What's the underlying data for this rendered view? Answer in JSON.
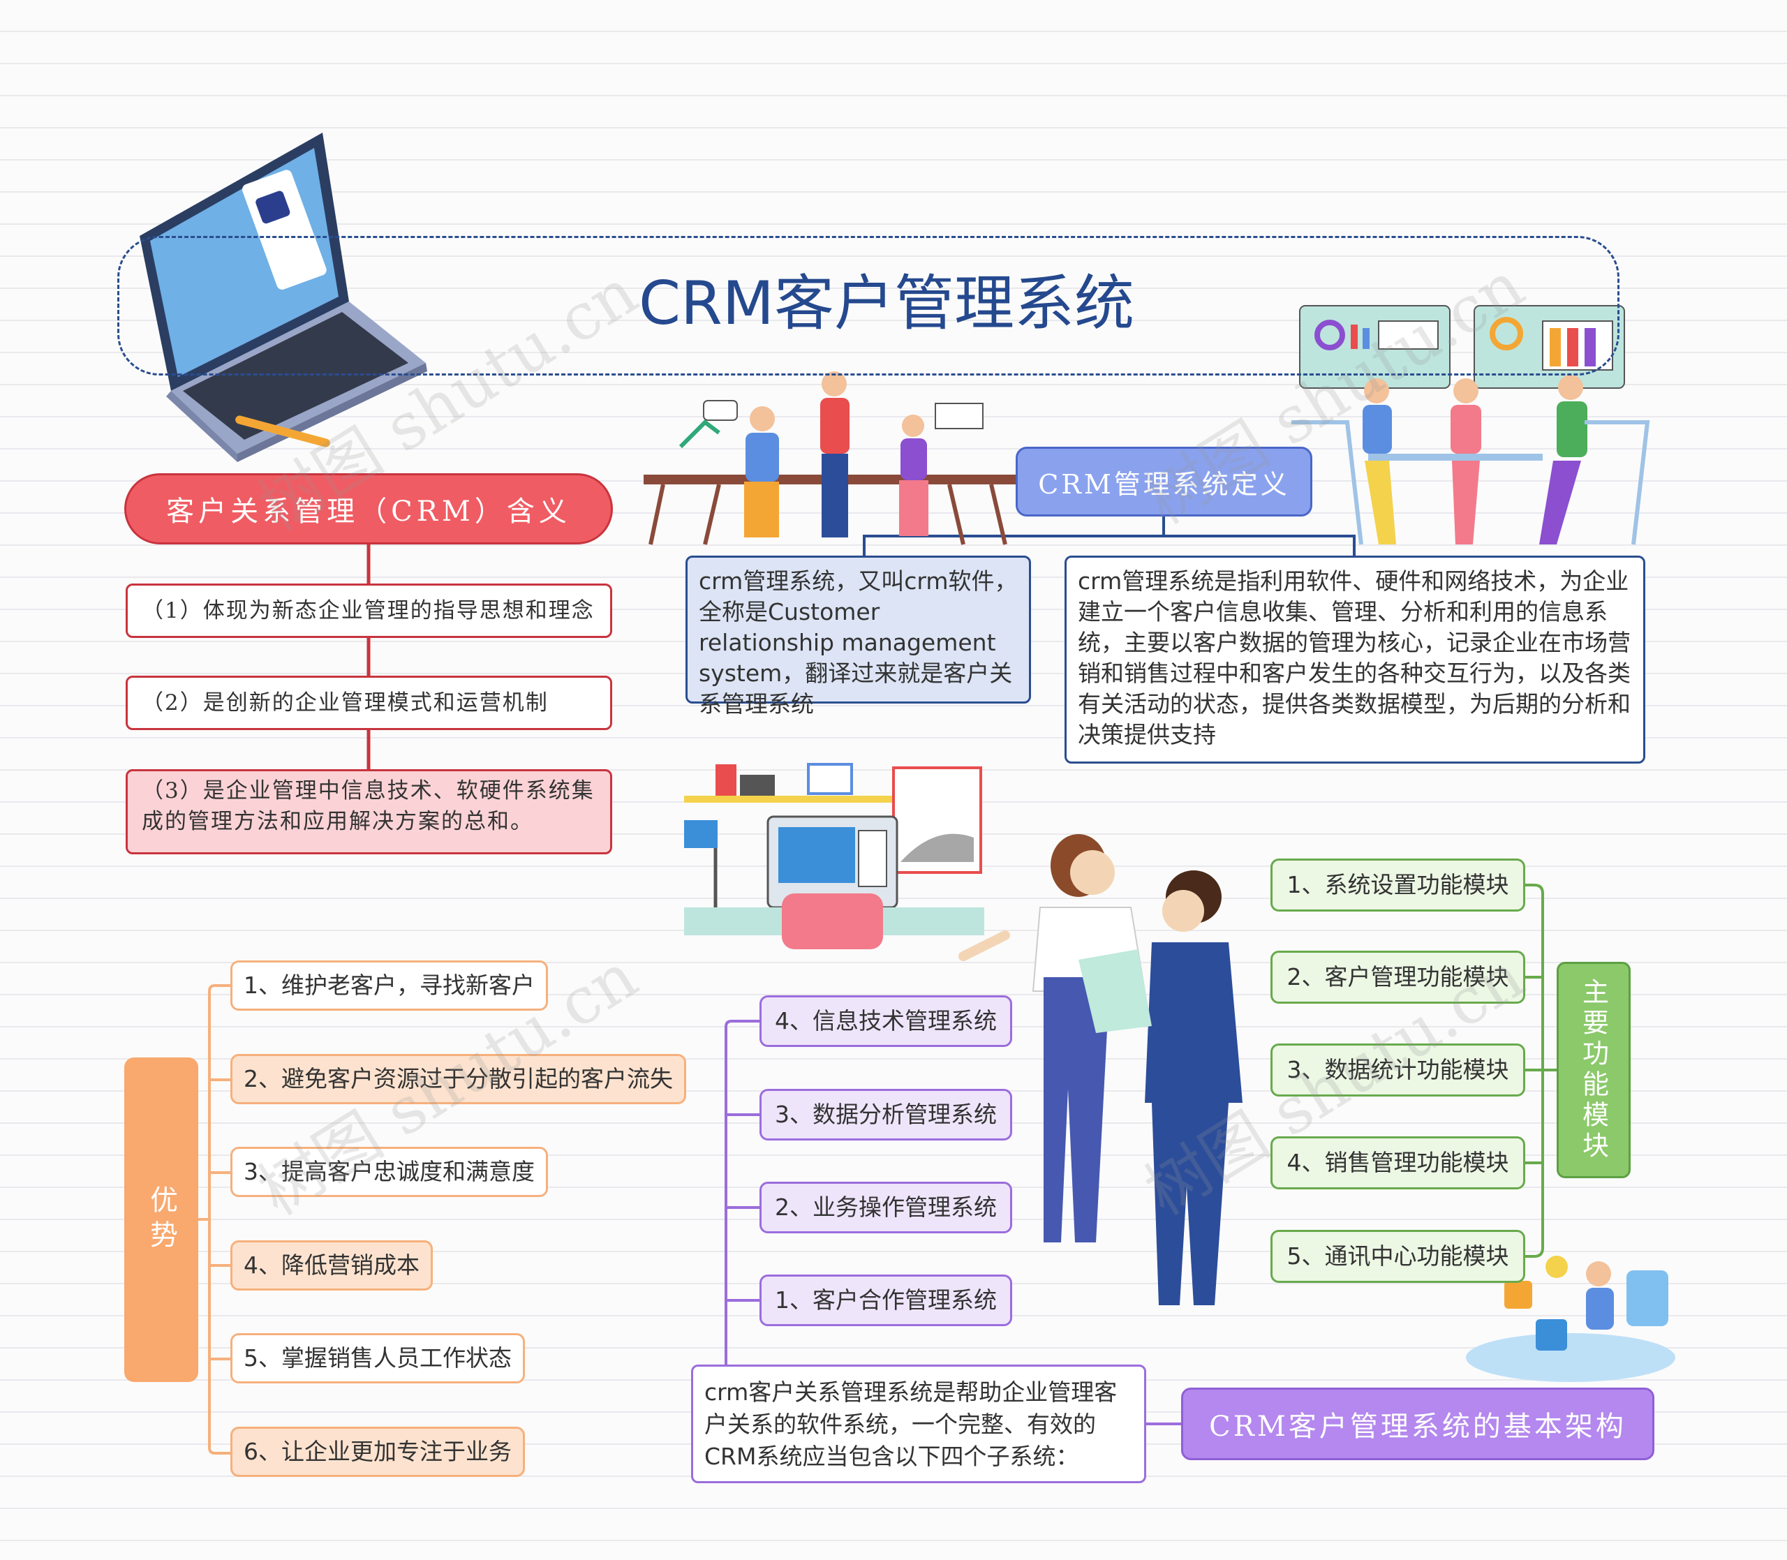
{
  "title": "CRM客户管理系统",
  "watermark": "树图 shutu.cn",
  "meaning": {
    "heading": "客户关系管理（CRM）含义",
    "items": [
      "（1）体现为新态企业管理的指导思想和理念",
      "（2）是创新的企业管理模式和运营机制",
      "（3）是企业管理中信息技术、软硬件系统集成的管理方法和应用解决方案的总和。"
    ]
  },
  "definition": {
    "heading": "CRM管理系统定义",
    "left": "crm管理系统，又叫crm软件，全称是Customer relationship management system，翻译过来就是客户关系管理系统",
    "right": "crm管理系统是指利用软件、硬件和网络技术，为企业建立一个客户信息收集、管理、分析和利用的信息系统，主要以客户数据的管理为核心，记录企业在市场营销和销售过程中和客户发生的各种交互行为，以及各类有关活动的状态，提供各类数据模型，为后期的分析和决策提供支持"
  },
  "advantages": {
    "heading": "优势",
    "items": [
      "1、维护老客户，寻找新客户",
      "2、避免客户资源过于分散引起的客户流失",
      "3、提高客户忠诚度和满意度",
      "4、降低营销成本",
      "5、掌握销售人员工作状态",
      "6、让企业更加专注于业务"
    ]
  },
  "architecture": {
    "heading": "CRM客户管理系统的基本架构",
    "description": "crm客户关系管理系统是帮助企业管理客户关系的软件系统，一个完整、有效的CRM系统应当包含以下四个子系统：",
    "items": [
      "4、信息技术管理系统",
      "3、数据分析管理系统",
      "2、业务操作管理系统",
      "1、客户合作管理系统"
    ]
  },
  "modules": {
    "heading": "主要功能模块",
    "items": [
      "1、系统设置功能模块",
      "2、客户管理功能模块",
      "3、数据统计功能模块",
      "4、销售管理功能模块",
      "5、通讯中心功能模块"
    ]
  },
  "colors": {
    "title": "#25498e",
    "red": "#f05c63",
    "blue": "#8aa2ee",
    "orange": "#f9a86e",
    "purple": "#b488ee",
    "green": "#8bc96a"
  },
  "icons": [
    "laptop-illustration",
    "office-team-illustration",
    "meeting-illustration",
    "desk-illustration",
    "business-people-illustration",
    "vr-tech-illustration"
  ]
}
